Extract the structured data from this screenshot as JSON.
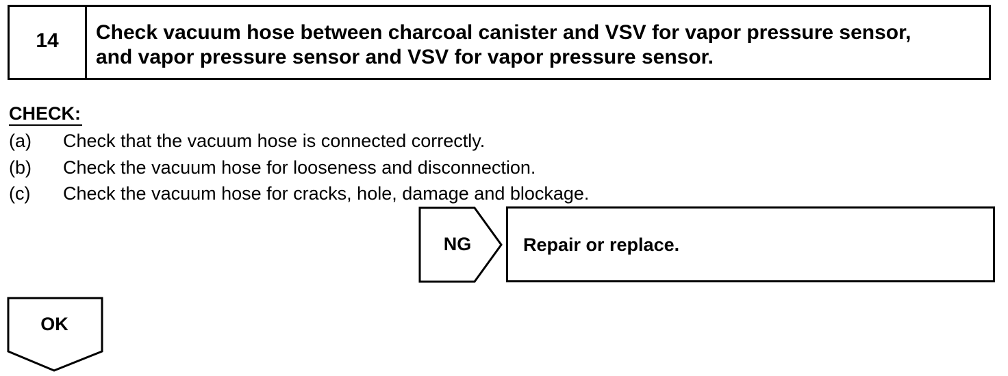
{
  "step": {
    "number": "14",
    "title": "Check vacuum hose between charcoal canister and VSV for vapor pressure sensor, and vapor pressure sensor and VSV for vapor pressure sensor."
  },
  "check": {
    "heading": "CHECK:",
    "items": [
      {
        "marker": "(a)",
        "text": "Check that the vacuum hose is connected correctly."
      },
      {
        "marker": "(b)",
        "text": "Check the vacuum hose for looseness and disconnection."
      },
      {
        "marker": "(c)",
        "text": "Check the vacuum hose for cracks, hole, damage and blockage."
      }
    ]
  },
  "ng": {
    "label": "NG",
    "action": "Repair or replace."
  },
  "ok": {
    "label": "OK"
  }
}
